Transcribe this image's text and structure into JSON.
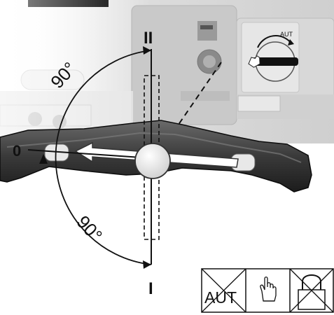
{
  "diagram": {
    "positions": {
      "top": "II",
      "left": "0",
      "bottom": "I"
    },
    "angles": {
      "upper": "90°",
      "lower": "90°"
    },
    "switch_mode_label": "AUT",
    "symbols": [
      {
        "icon": "aut-crossed-icon",
        "text": "AUT"
      },
      {
        "icon": "hand-icon"
      },
      {
        "icon": "padlock-crossed-icon"
      }
    ]
  }
}
